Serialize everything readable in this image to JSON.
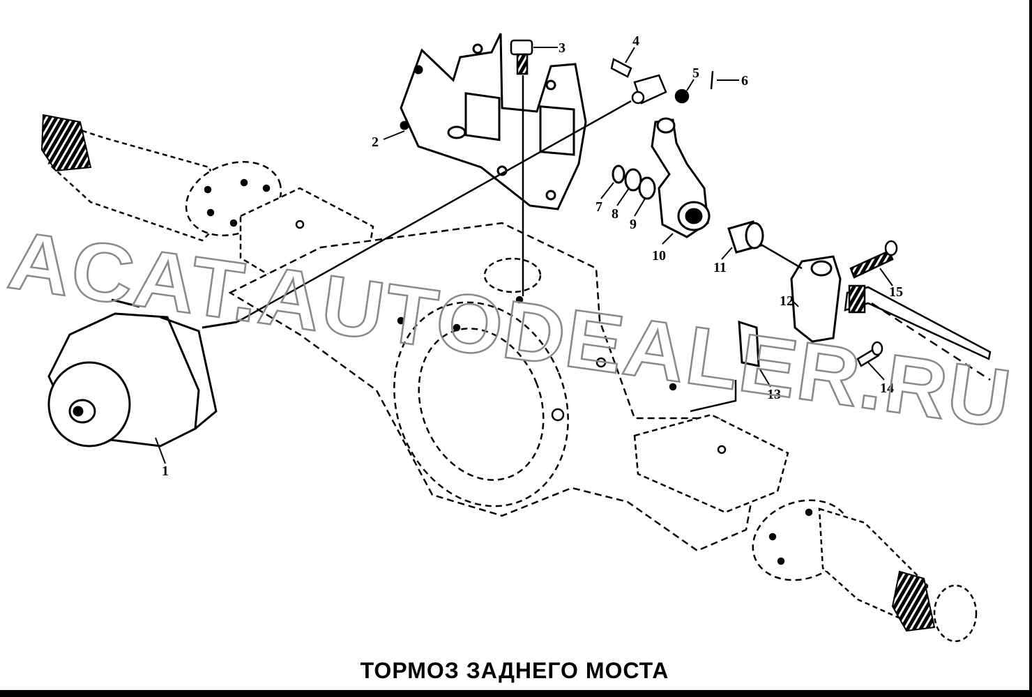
{
  "caption": "ТОРМОЗ ЗАДНЕГО МОСТА",
  "watermark": "ACAT.AUTODEALER.RU",
  "callouts": {
    "p1": "1",
    "p2": "2",
    "p3": "3",
    "p4": "4",
    "p5": "5",
    "p6": "6",
    "p7": "7",
    "p8": "8",
    "p9": "9",
    "p10": "10",
    "p11": "11",
    "p12": "12",
    "p13": "13",
    "p14": "14",
    "p15": "15"
  }
}
